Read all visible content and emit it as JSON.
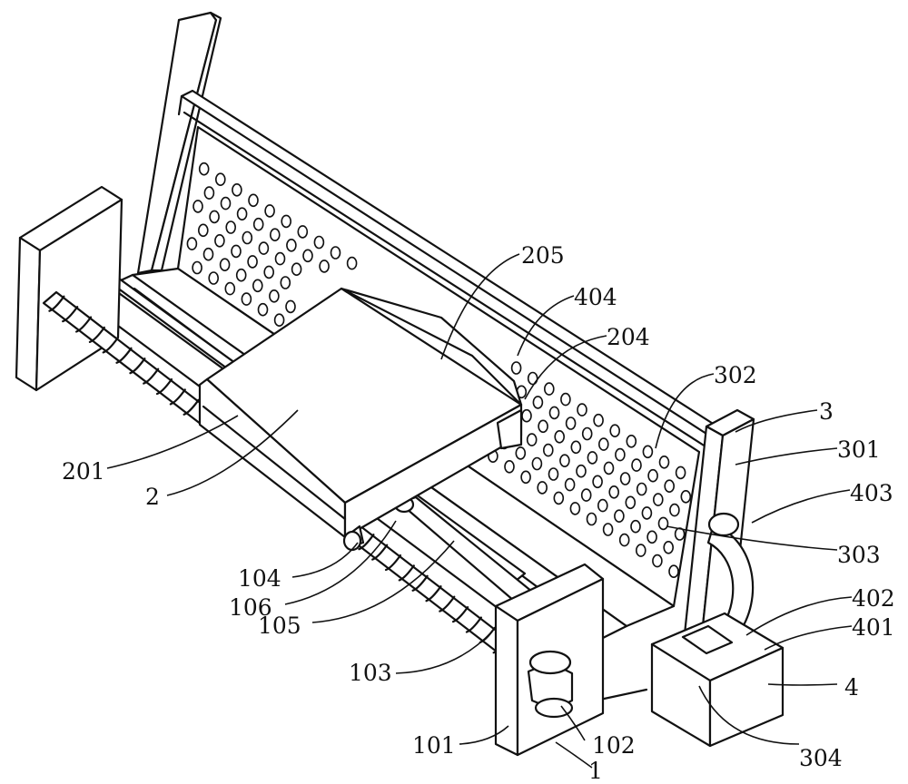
{
  "labels": {
    "l1": "1",
    "l101": "101",
    "l102": "102",
    "l103": "103",
    "l104": "104",
    "l105": "105",
    "l106": "106",
    "l2": "2",
    "l201": "201",
    "l204": "204",
    "l205": "205",
    "l3": "3",
    "l301": "301",
    "l302": "302",
    "l303": "303",
    "l304": "304",
    "l4": "4",
    "l401": "401",
    "l402": "402",
    "l403": "403",
    "l404": "404"
  }
}
